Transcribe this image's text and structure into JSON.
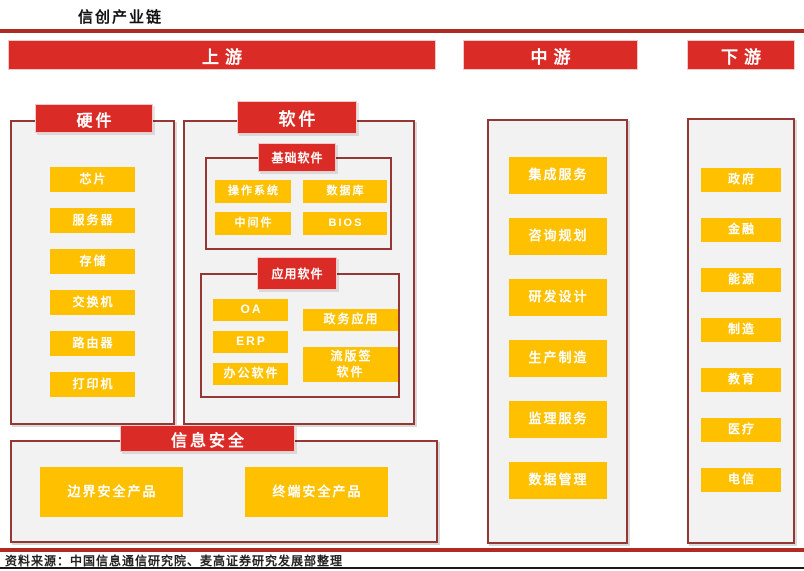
{
  "page": {
    "title": "信创产业链",
    "source_note": "资料来源：中国信息通信研究院、麦高证券研究发展部整理"
  },
  "colors": {
    "red": "#DB2B26",
    "red_border_light": "#F2C9C7",
    "panel_border": "#953735",
    "panel_bg": "#F2F2F2",
    "orange": "#FFC000",
    "rule_red": "#B02A23",
    "rule_black": "#1A1A1A"
  },
  "sections": {
    "upstream": {
      "label": "上游",
      "hardware": {
        "label": "硬件",
        "items": [
          "芯片",
          "服务器",
          "存储",
          "交换机",
          "路由器",
          "打印机"
        ]
      },
      "software": {
        "label": "软件",
        "basic": {
          "label": "基础软件",
          "items": [
            "操作系统",
            "数据库",
            "中间件",
            "BIOS"
          ]
        },
        "application": {
          "label": "应用软件",
          "left_items": [
            "OA",
            "ERP",
            "办公软件"
          ],
          "right_items": [
            "政务应用",
            "流版签\n软件"
          ]
        }
      },
      "security": {
        "label": "信息安全",
        "items": [
          "边界安全产品",
          "终端安全产品"
        ]
      }
    },
    "midstream": {
      "label": "中游",
      "items": [
        "集成服务",
        "咨询规划",
        "研发设计",
        "生产制造",
        "监理服务",
        "数据管理"
      ]
    },
    "downstream": {
      "label": "下游",
      "items": [
        "政府",
        "金融",
        "能源",
        "制造",
        "教育",
        "医疗",
        "电信"
      ]
    }
  }
}
